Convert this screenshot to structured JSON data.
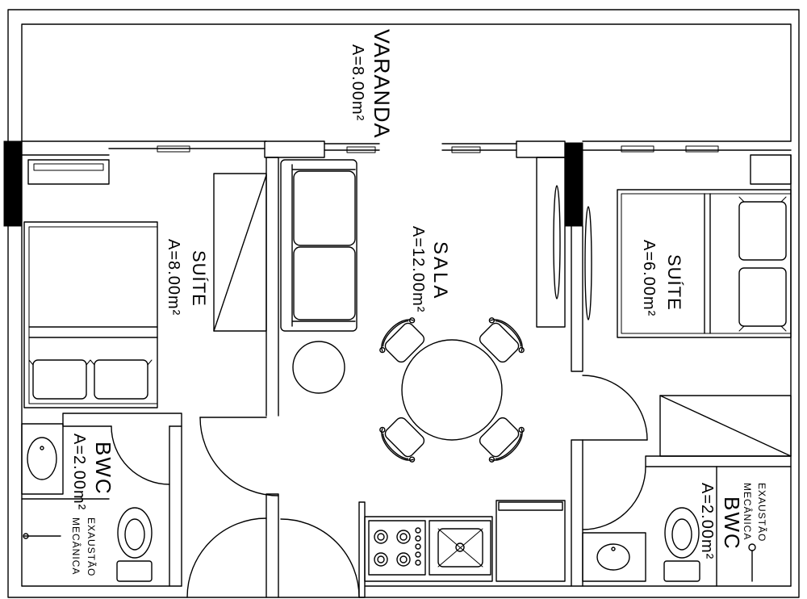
{
  "plan": {
    "varanda": {
      "name": "VARANDA",
      "area": "A=8.00m²"
    },
    "sala": {
      "name": "SALA",
      "area": "A=12.00m²"
    },
    "suite_1": {
      "name": "SUÍTE",
      "area": "A=8.00m²"
    },
    "suite_2": {
      "name": "SUÍTE",
      "area": "A=6.00m²"
    },
    "bwc_1": {
      "name": "BWC",
      "area": "A=2.00m²",
      "exhaust_line1": "EXAUSTÃO",
      "exhaust_line2": "MECÂNICA"
    },
    "bwc_2": {
      "name": "BWC",
      "area": "A=2.00m²",
      "exhaust_line1": "EXAUSTÃO",
      "exhaust_line2": "MECÂNICA"
    }
  }
}
